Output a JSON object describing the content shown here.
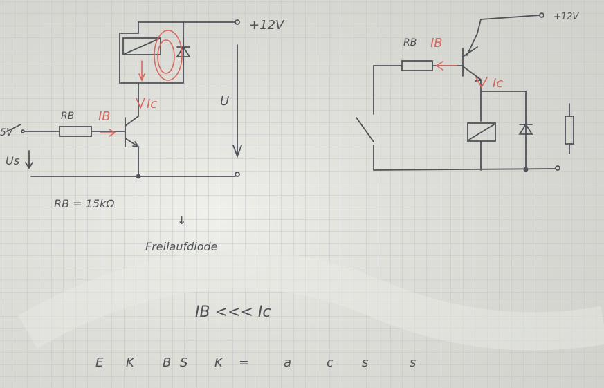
{
  "colors": {
    "paper": "#dcdcd6",
    "grid": "#b9c0c4",
    "pencil": "#4f5257",
    "red_ink": "#d9665f"
  },
  "left_circuit": {
    "supply_label": "+12V",
    "input_label": "5V",
    "input_voltage_label": "Us",
    "base_resistor_label": "RB",
    "base_current_label": "IB",
    "collector_current_label": "Ic",
    "voltage_label": "U"
  },
  "right_circuit": {
    "supply_label": "+12V",
    "base_resistor_label": "RB",
    "base_current_label": "IB",
    "collector_current_label": "Ic"
  },
  "notes": {
    "resistor_value": "RB = 15kΩ",
    "arrow": "↓",
    "freewheel_diode": "Freilaufdiode",
    "current_relation": "IB <<< Ic",
    "letters": [
      "E",
      "K",
      "B",
      "S",
      "K",
      "=",
      "a",
      "c",
      "s",
      "s"
    ]
  }
}
